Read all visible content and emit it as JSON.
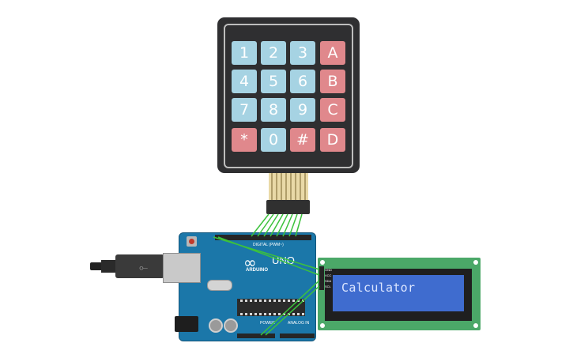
{
  "keypad": {
    "rows": [
      [
        {
          "label": "1",
          "color": "blue"
        },
        {
          "label": "2",
          "color": "blue"
        },
        {
          "label": "3",
          "color": "blue"
        },
        {
          "label": "A",
          "color": "red"
        }
      ],
      [
        {
          "label": "4",
          "color": "blue"
        },
        {
          "label": "5",
          "color": "blue"
        },
        {
          "label": "6",
          "color": "blue"
        },
        {
          "label": "B",
          "color": "red"
        }
      ],
      [
        {
          "label": "7",
          "color": "blue"
        },
        {
          "label": "8",
          "color": "blue"
        },
        {
          "label": "9",
          "color": "blue"
        },
        {
          "label": "C",
          "color": "red"
        }
      ],
      [
        {
          "label": "*",
          "color": "red"
        },
        {
          "label": "0",
          "color": "blue"
        },
        {
          "label": "#",
          "color": "red"
        },
        {
          "label": "D",
          "color": "red"
        }
      ]
    ],
    "key_blue_color": "#a6d3e3",
    "key_red_color": "#e0888c"
  },
  "arduino": {
    "brand": "ARDUINO",
    "model": "UNO",
    "logo_icon": "infinity-logo-icon",
    "digital_label": "DIGITAL (PWM~)",
    "power_label": "POWER",
    "analog_label": "ANALOG IN",
    "board_color": "#1b77a9"
  },
  "lcd": {
    "text": "Calculator",
    "pin_labels": "GND\nVCC\nSDA\nSCL",
    "screen_color": "#3f6ccf",
    "board_color": "#4ba868"
  },
  "wires": {
    "color": "#3cc23c"
  }
}
